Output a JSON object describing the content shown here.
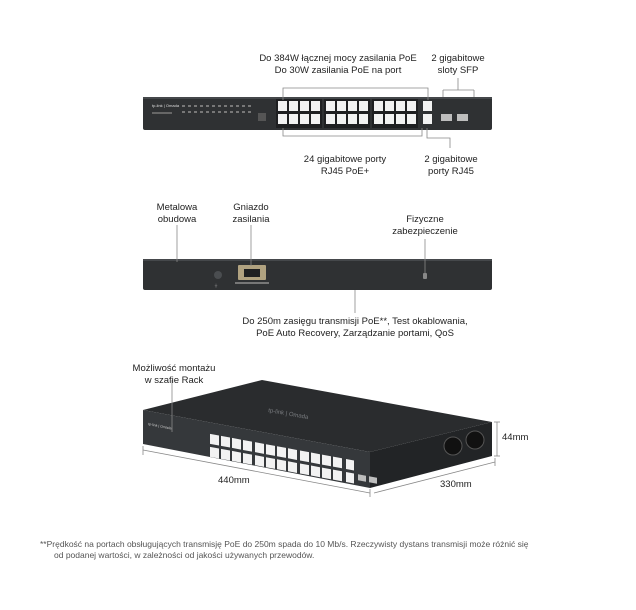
{
  "front": {
    "brand": "tp-link | Omada",
    "callout_poe": [
      "Do 384W łącznej mocy zasilania PoE",
      "Do 30W zasilania PoE na port"
    ],
    "callout_sfp": [
      "2 gigabitowe",
      "sloty SFP"
    ],
    "callout_rj45_poe": [
      "24 gigabitowe porty",
      "RJ45 PoE+"
    ],
    "callout_rj45": [
      "2 gigabitowe",
      "porty RJ45"
    ]
  },
  "rear": {
    "callout_metal": [
      "Metalowa",
      "obudowa"
    ],
    "callout_power": [
      "Gniazdo",
      "zasilania"
    ],
    "callout_security": [
      "Fizyczne",
      "zabezpieczenie"
    ],
    "callout_features": [
      "Do 250m zasięgu transmisji PoE**, Test okablowania,",
      "PoE Auto Recovery, Zarządzanie portami, QoS"
    ]
  },
  "iso": {
    "callout_rack": [
      "Możliwość montażu",
      "w szafie Rack"
    ],
    "dim_height": "44mm",
    "dim_width": "440mm",
    "dim_depth": "330mm"
  },
  "footnote": [
    "**Prędkość na portach obsługujących transmisję PoE do 250m spada do 10 Mb/s. Rzeczywisty dystans transmisji może różnić się",
    "od podanej wartości, w zależności od jakości używanych przewodów."
  ],
  "colors": {
    "chassis": "#2f3133",
    "chassis_dark": "#1e1f21",
    "port": "#f2f2f2",
    "line": "#888888"
  }
}
